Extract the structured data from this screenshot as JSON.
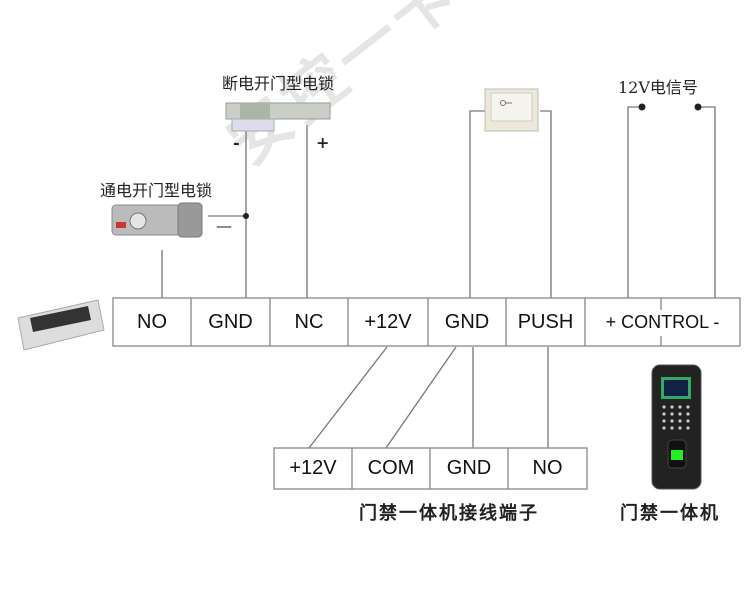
{
  "labels": {
    "fail_secure_lock": "断电开门型电锁",
    "fail_safe_lock": "通电开门型电锁",
    "signal_12v": "12V电信号",
    "minus_a": "-",
    "plus_a": "+",
    "minus_b": "—",
    "bottom_caption": "门禁一体机接线端子",
    "device_caption": "门禁一体机"
  },
  "watermark": "安控一卡通",
  "main_terminals": [
    "NO",
    "GND",
    "NC",
    "+12V",
    "GND",
    "PUSH",
    "+ CONTROL -"
  ],
  "bottom_terminals": [
    "+12V",
    "COM",
    "GND",
    "NO"
  ],
  "colors": {
    "wire": "#777777",
    "border": "#888888",
    "text": "#111111"
  }
}
